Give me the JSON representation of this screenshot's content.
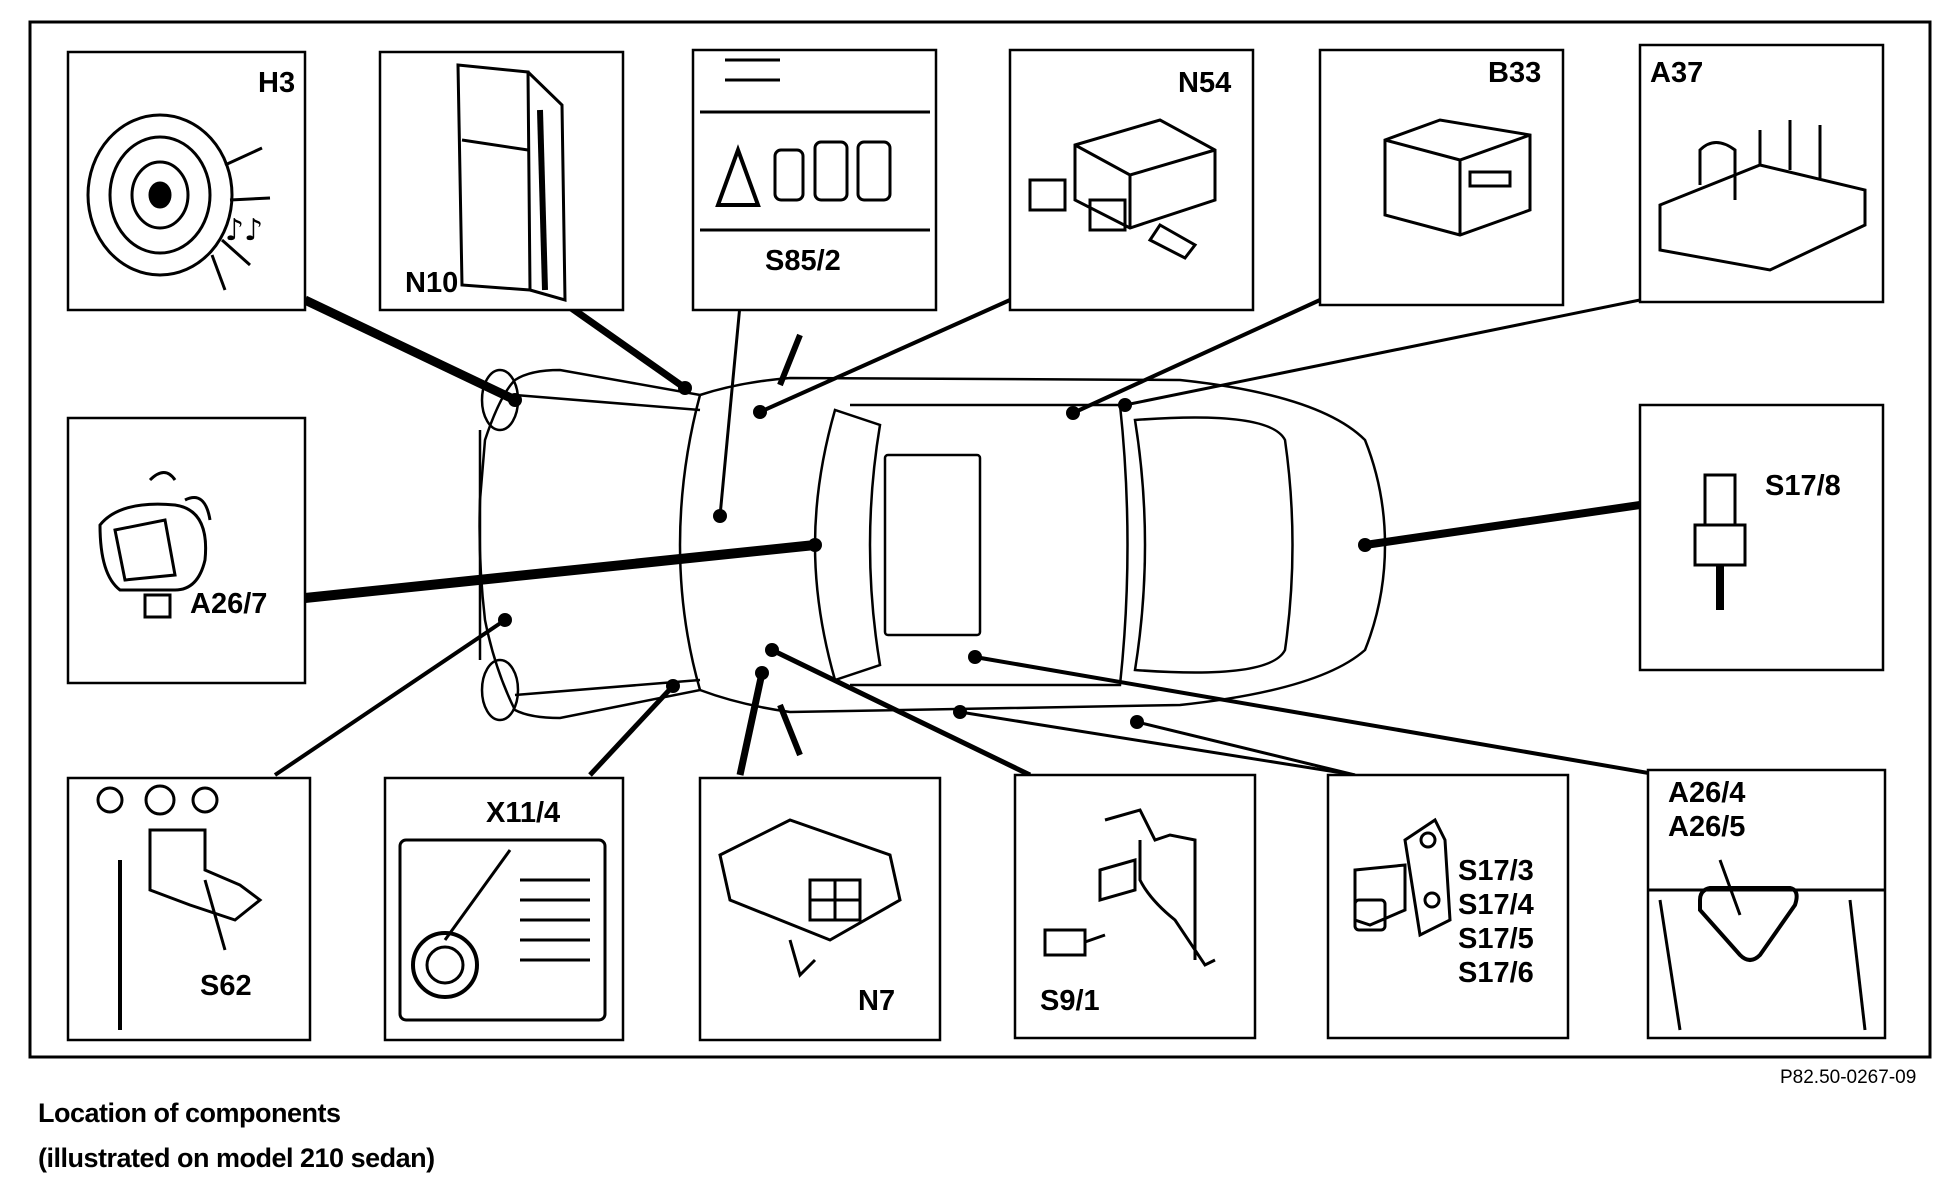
{
  "components": {
    "h3": "H3",
    "n10": "N10",
    "s85_2": "S85/2",
    "n54": "N54",
    "b33": "B33",
    "a37": "A37",
    "a26_7": "A26/7",
    "s17_8": "S17/8",
    "s62": "S62",
    "x11_4": "X11/4",
    "n7": "N7",
    "s9_1": "S9/1",
    "s17_group": [
      "S17/3",
      "S17/4",
      "S17/5",
      "S17/6"
    ],
    "a26_group": [
      "A26/4",
      "A26/5"
    ]
  },
  "figure_code": "P82.50-0267-09",
  "caption": {
    "title": "Location of components",
    "subtitle": "(illustrated on model 210 sedan)"
  }
}
